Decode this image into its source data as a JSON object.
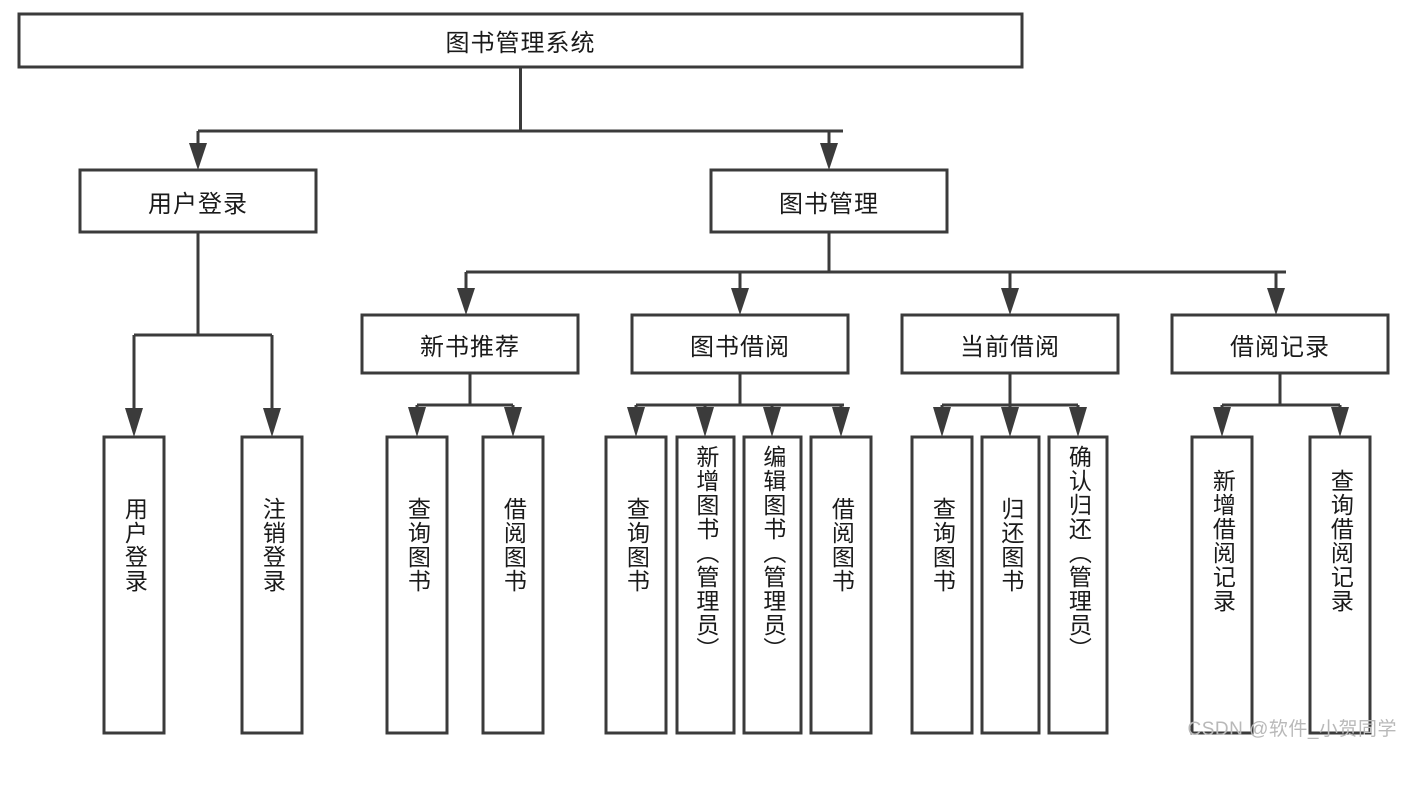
{
  "diagram": {
    "title": "图书管理系统",
    "type": "tree-hierarchy",
    "watermark": "CSDN @软件_小贺同学",
    "colors": {
      "stroke": "#3b3b3b",
      "fill": "#ffffff",
      "text": "#1a1a1a",
      "watermark": "#b9b9b9",
      "background": "#ffffff"
    },
    "root": {
      "label": "图书管理系统",
      "orientation": "horizontal"
    },
    "level2": [
      {
        "label": "用户登录",
        "orientation": "horizontal"
      },
      {
        "label": "图书管理",
        "orientation": "horizontal"
      }
    ],
    "level3": [
      {
        "label": "新书推荐",
        "orientation": "horizontal",
        "parent": "图书管理"
      },
      {
        "label": "图书借阅",
        "orientation": "horizontal",
        "parent": "图书管理"
      },
      {
        "label": "当前借阅",
        "orientation": "horizontal",
        "parent": "图书管理"
      },
      {
        "label": "借阅记录",
        "orientation": "horizontal",
        "parent": "图书管理"
      }
    ],
    "leaves": {
      "用户登录": [
        {
          "label": "用户登录",
          "orientation": "vertical"
        },
        {
          "label": "注销登录",
          "orientation": "vertical"
        }
      ],
      "新书推荐": [
        {
          "label": "查询图书",
          "orientation": "vertical"
        },
        {
          "label": "借阅图书",
          "orientation": "vertical"
        }
      ],
      "图书借阅": [
        {
          "label": "查询图书",
          "orientation": "vertical"
        },
        {
          "label": "新增图书（管理员）",
          "orientation": "vertical"
        },
        {
          "label": "编辑图书（管理员）",
          "orientation": "vertical"
        },
        {
          "label": "借阅图书",
          "orientation": "vertical"
        }
      ],
      "当前借阅": [
        {
          "label": "查询图书",
          "orientation": "vertical"
        },
        {
          "label": "归还图书",
          "orientation": "vertical"
        },
        {
          "label": "确认归还（管理员）",
          "orientation": "vertical"
        }
      ],
      "借阅记录": [
        {
          "label": "新增借阅记录",
          "orientation": "vertical"
        },
        {
          "label": "查询借阅记录",
          "orientation": "vertical"
        }
      ]
    }
  }
}
